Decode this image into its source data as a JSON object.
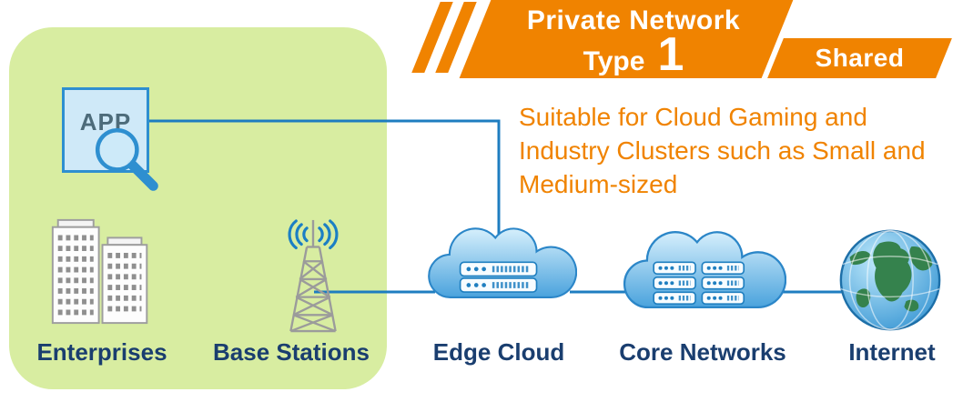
{
  "banner": {
    "title": "Private Network",
    "type_label": "Type",
    "type_number": "1",
    "tag": "Shared"
  },
  "description": {
    "text": "Suitable for Cloud Gaming and Industry Clusters such as Small and Medium-sized"
  },
  "app_box": {
    "label": "APP"
  },
  "nodes": {
    "enterprises": {
      "label": "Enterprises"
    },
    "base_stations": {
      "label": "Base Stations"
    },
    "edge_cloud": {
      "label": "Edge Cloud"
    },
    "core_networks": {
      "label": "Core Networks"
    },
    "internet": {
      "label": "Internet"
    }
  },
  "colors": {
    "banner_orange": "#F08300",
    "description_orange": "#F08300",
    "label_navy": "#1A3E6F",
    "connector_blue": "#1E7DC0",
    "panel_green": "#D8EDA1",
    "cloud_blue": "#2E8FD0"
  }
}
